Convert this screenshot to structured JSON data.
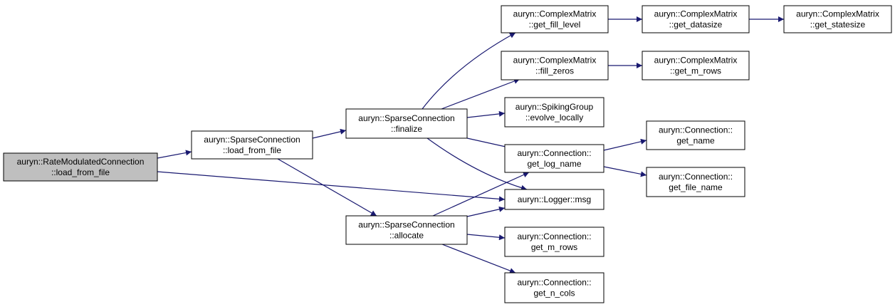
{
  "colors": {
    "node_fill": "#ffffff",
    "root_fill": "#bfbfbf",
    "edge": "#191970",
    "border": "#000000"
  },
  "nodes": [
    {
      "id": "rmc_load",
      "lines": [
        "auryn::RateModulatedConnection",
        "::load_from_file"
      ],
      "root": true
    },
    {
      "id": "sc_load",
      "lines": [
        "auryn::SparseConnection",
        "::load_from_file"
      ]
    },
    {
      "id": "sc_finalize",
      "lines": [
        "auryn::SparseConnection",
        "::finalize"
      ]
    },
    {
      "id": "sc_allocate",
      "lines": [
        "auryn::SparseConnection",
        "::allocate"
      ]
    },
    {
      "id": "cm_fill_level",
      "lines": [
        "auryn::ComplexMatrix",
        "::get_fill_level"
      ]
    },
    {
      "id": "cm_fill_zeros",
      "lines": [
        "auryn::ComplexMatrix",
        "::fill_zeros"
      ]
    },
    {
      "id": "sg_evolve",
      "lines": [
        "auryn::SpikingGroup",
        "::evolve_locally"
      ]
    },
    {
      "id": "c_log_name",
      "lines": [
        "auryn::Connection::",
        "get_log_name"
      ]
    },
    {
      "id": "logger_msg",
      "lines": [
        "auryn::Logger::msg"
      ]
    },
    {
      "id": "c_m_rows",
      "lines": [
        "auryn::Connection::",
        "get_m_rows"
      ]
    },
    {
      "id": "c_n_cols",
      "lines": [
        "auryn::Connection::",
        "get_n_cols"
      ]
    },
    {
      "id": "cm_datasize",
      "lines": [
        "auryn::ComplexMatrix",
        "::get_datasize"
      ]
    },
    {
      "id": "cm_m_rows",
      "lines": [
        "auryn::ComplexMatrix",
        "::get_m_rows"
      ]
    },
    {
      "id": "c_name",
      "lines": [
        "auryn::Connection::",
        "get_name"
      ]
    },
    {
      "id": "c_file_name",
      "lines": [
        "auryn::Connection::",
        "get_file_name"
      ]
    },
    {
      "id": "cm_statesize",
      "lines": [
        "auryn::ComplexMatrix",
        "::get_statesize"
      ]
    }
  ],
  "edges": [
    {
      "from": "rmc_load",
      "to": "sc_load"
    },
    {
      "from": "rmc_load",
      "to": "logger_msg"
    },
    {
      "from": "sc_load",
      "to": "sc_finalize"
    },
    {
      "from": "sc_load",
      "to": "sc_allocate"
    },
    {
      "from": "sc_finalize",
      "to": "cm_fill_level"
    },
    {
      "from": "sc_finalize",
      "to": "cm_fill_zeros"
    },
    {
      "from": "sc_finalize",
      "to": "sg_evolve"
    },
    {
      "from": "sc_finalize",
      "to": "c_log_name"
    },
    {
      "from": "sc_finalize",
      "to": "logger_msg"
    },
    {
      "from": "sc_allocate",
      "to": "c_log_name"
    },
    {
      "from": "sc_allocate",
      "to": "logger_msg"
    },
    {
      "from": "sc_allocate",
      "to": "c_m_rows"
    },
    {
      "from": "sc_allocate",
      "to": "c_n_cols"
    },
    {
      "from": "cm_fill_level",
      "to": "cm_datasize"
    },
    {
      "from": "cm_datasize",
      "to": "cm_statesize"
    },
    {
      "from": "cm_fill_zeros",
      "to": "cm_m_rows"
    },
    {
      "from": "c_log_name",
      "to": "c_name"
    },
    {
      "from": "c_log_name",
      "to": "c_file_name"
    }
  ]
}
